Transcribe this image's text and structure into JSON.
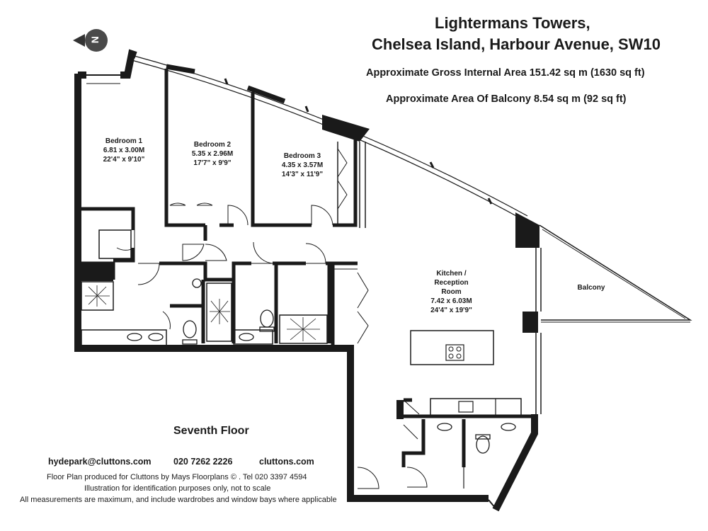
{
  "header": {
    "title_line1": "Lightermans Towers,",
    "title_line2": "Chelsea Island, Harbour Avenue, SW10",
    "gross_area": "Approximate Gross Internal Area  151.42 sq m  (1630 sq ft)",
    "balcony_area": "Approximate Area Of Balcony  8.54 sq m  (92 sq ft)"
  },
  "compass": {
    "label": "N"
  },
  "rooms": {
    "bedroom1": {
      "name": "Bedroom 1",
      "metric": "6.81 x 3.00M",
      "imperial": "22'4\" x 9'10\""
    },
    "bedroom2": {
      "name": "Bedroom 2",
      "metric": "5.35 x 2.96M",
      "imperial": "17'7\" x 9'9\""
    },
    "bedroom3": {
      "name": "Bedroom 3",
      "metric": "4.35 x 3.57M",
      "imperial": "14'3\" x 11'9\""
    },
    "kitchen": {
      "name_line1": "Kitchen /",
      "name_line2": "Reception",
      "name_line3": "Room",
      "metric": "7.42 x 6.03M",
      "imperial": "24'4\" x 19'9\""
    },
    "balcony": {
      "name": "Balcony"
    }
  },
  "floor_name": "Seventh Floor",
  "contact": {
    "email": "hydepark@cluttons.com",
    "phone": "020 7262 2226",
    "website": "cluttons.com"
  },
  "footer": {
    "line1": "Floor Plan produced for Cluttons by Mays Floorplans  © . Tel 020 3397 4594",
    "line2": "Illustration for identification purposes only, not to scale",
    "line3": "All measurements are maximum, and include wardrobes and window bays where applicable"
  },
  "colors": {
    "wall": "#1a1a1a",
    "background": "#ffffff"
  }
}
